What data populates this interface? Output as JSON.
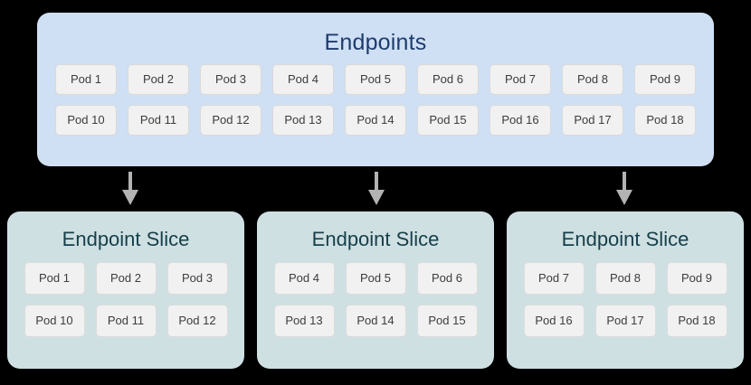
{
  "diagram": {
    "background_color": "#000000",
    "endpoints": {
      "title": "Endpoints",
      "box_color": "#cfe0f5",
      "title_color": "#1d3c6e",
      "rows": [
        [
          "Pod 1",
          "Pod 2",
          "Pod 3",
          "Pod 4",
          "Pod 5",
          "Pod 6",
          "Pod 7",
          "Pod 8",
          "Pod 9"
        ],
        [
          "Pod 10",
          "Pod 11",
          "Pod 12",
          "Pod 13",
          "Pod 14",
          "Pod 15",
          "Pod 16",
          "Pod 17",
          "Pod 18"
        ]
      ]
    },
    "arrows": {
      "color": "#b3b3b3",
      "direction": "down",
      "count": 3,
      "x_positions": [
        144,
        416,
        690
      ]
    },
    "slices": [
      {
        "title": "Endpoint Slice",
        "box_color": "#cfe0e3",
        "title_color": "#17404a",
        "rows": [
          [
            "Pod 1",
            "Pod 2",
            "Pod 3"
          ],
          [
            "Pod 10",
            "Pod 11",
            "Pod 12"
          ]
        ]
      },
      {
        "title": "Endpoint Slice",
        "box_color": "#cfe0e3",
        "title_color": "#17404a",
        "rows": [
          [
            "Pod 4",
            "Pod 5",
            "Pod 6"
          ],
          [
            "Pod 13",
            "Pod 14",
            "Pod 15"
          ]
        ]
      },
      {
        "title": "Endpoint Slice",
        "box_color": "#cfe0e3",
        "title_color": "#17404a",
        "rows": [
          [
            "Pod 7",
            "Pod 8",
            "Pod 9"
          ],
          [
            "Pod 16",
            "Pod 17",
            "Pod 18"
          ]
        ]
      }
    ],
    "pod_chip": {
      "fill_color": "#f1f1f1",
      "border_color": "#d9d9d9",
      "text_color": "#3c3c3c"
    }
  }
}
